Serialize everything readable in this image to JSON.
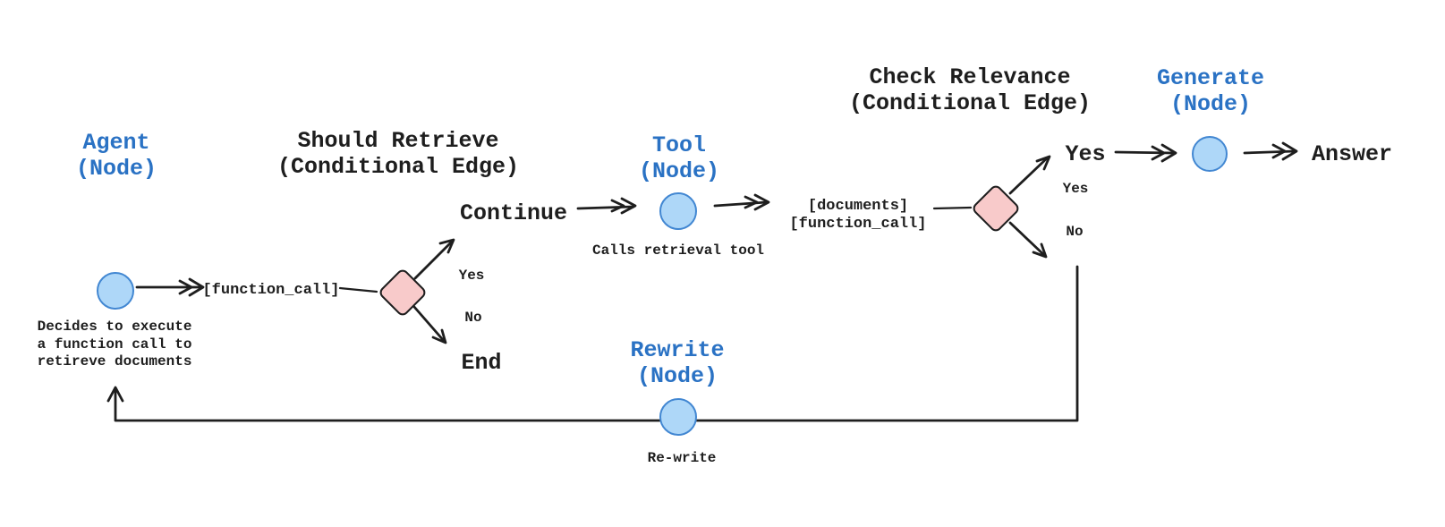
{
  "diagram": {
    "colors": {
      "blue": "#2a72c4",
      "nodeFill": "#aed7f8",
      "nodeStroke": "#4287d2",
      "diamondFill": "#f8caca",
      "diamondStroke": "#1e1e1e",
      "line": "#1e1e1e",
      "text": "#1e1e1e"
    },
    "node_labels": {
      "agent": "Agent\n(Node)",
      "tool": "Tool\n(Node)",
      "generate": "Generate\n(Node)",
      "rewrite": "Rewrite\n(Node)"
    },
    "edge_titles": {
      "should_retrieve": "Should Retrieve\n(Conditional Edge)",
      "check_relevance": "Check Relevance\n(Conditional Edge)"
    },
    "texts": {
      "agent_description": "Decides to execute\na function call to\nretireve documents",
      "function_call": "[function_call]",
      "yes_left": "Yes",
      "no_left": "No",
      "end": "End",
      "continue": "Continue",
      "calls_retrieval_tool": "Calls retrieval tool",
      "documents_function_call": "[documents]\n[function_call]",
      "yes_big": "Yes",
      "yes_right": "Yes",
      "no_right": "No",
      "answer": "Answer",
      "rewrite_action": "Re-write"
    }
  }
}
